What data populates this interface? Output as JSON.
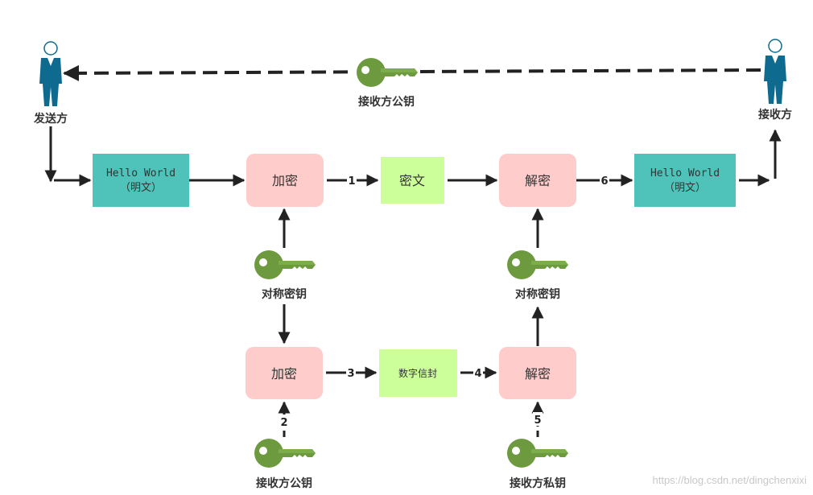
{
  "colors": {
    "plain_box": "#4fc3b9",
    "process_box": "#ffcccc",
    "cipher_box": "#ccff99",
    "key": "#6d9a3e",
    "person": "#0e6a8e",
    "arrow": "#222222"
  },
  "people": {
    "sender": {
      "label": "发送方",
      "icon": "person-icon"
    },
    "receiver": {
      "label": "接收方",
      "icon": "person-icon"
    }
  },
  "top_key": {
    "label": "接收方公钥",
    "icon": "key-icon"
  },
  "plaintext_left": {
    "line1": "Hello World",
    "line2": "（明文）"
  },
  "plaintext_right": {
    "line1": "Hello World",
    "line2": "（明文）"
  },
  "encrypt_top": {
    "label": "加密"
  },
  "ciphertext": {
    "label": "密文"
  },
  "decrypt_top": {
    "label": "解密"
  },
  "sym_key_left": {
    "label": "对称密钥",
    "icon": "key-icon"
  },
  "sym_key_right": {
    "label": "对称密钥",
    "icon": "key-icon"
  },
  "encrypt_bottom": {
    "label": "加密"
  },
  "envelope": {
    "label": "数字信封"
  },
  "decrypt_bottom": {
    "label": "解密"
  },
  "bottom_key_left": {
    "label": "接收方公钥",
    "icon": "key-icon"
  },
  "bottom_key_right": {
    "label": "接收方私钥",
    "icon": "key-icon"
  },
  "steps": {
    "s1": "1",
    "s2": "2",
    "s3": "3",
    "s4": "4",
    "s5": "5",
    "s6": "6"
  },
  "watermark": "https://blog.csdn.net/dingchenxixi"
}
